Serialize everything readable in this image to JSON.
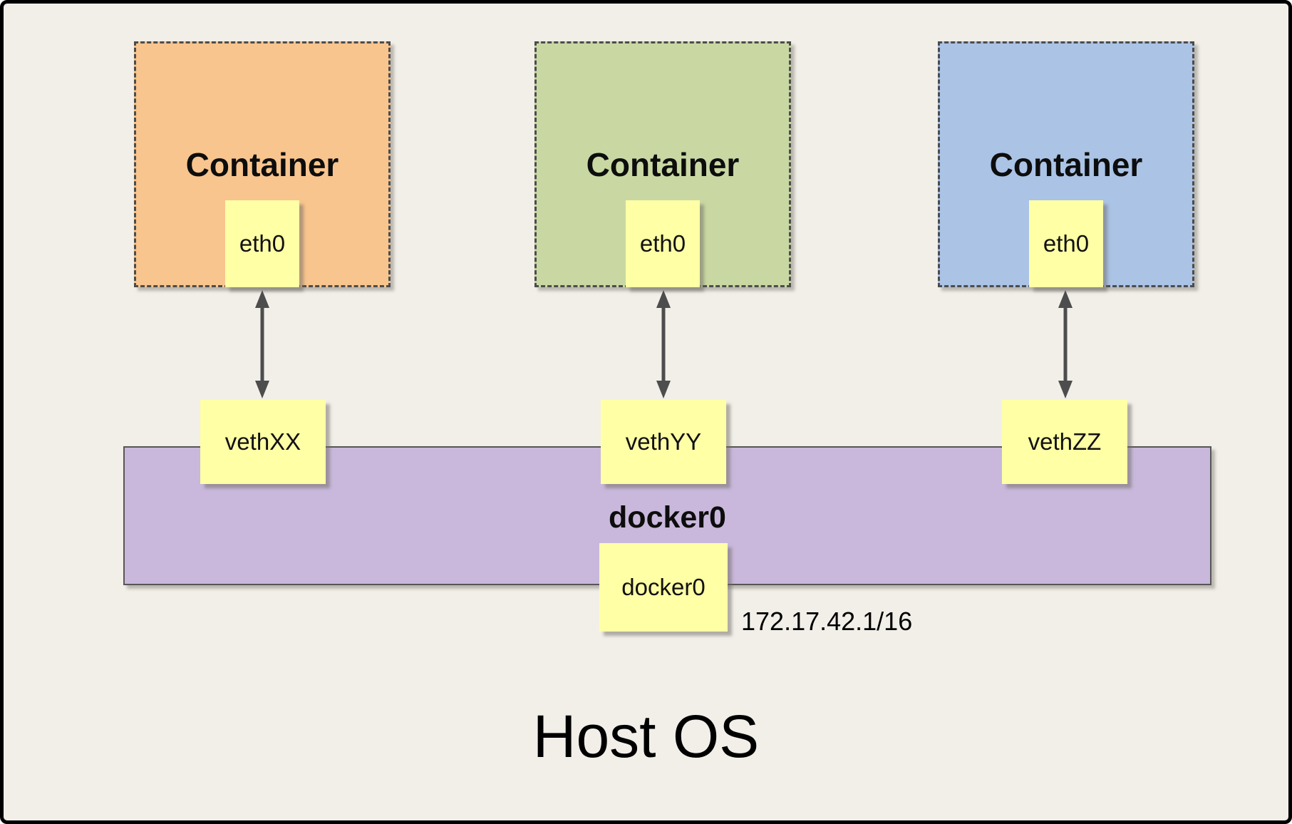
{
  "page": {
    "background": "#f2efe9",
    "border_color": "#000000"
  },
  "containers": [
    {
      "title": "Container",
      "eth": "eth0",
      "veth": "vethXX",
      "fill": "#f8c58e"
    },
    {
      "title": "Container",
      "eth": "eth0",
      "veth": "vethYY",
      "fill": "#c9d8a3"
    },
    {
      "title": "Container",
      "eth": "eth0",
      "veth": "vethZZ",
      "fill": "#abc3e5"
    }
  ],
  "bridge": {
    "title": "docker0",
    "chip": "docker0",
    "ip": "172.17.42.1/16",
    "fill": "#c9b8dc"
  },
  "host": {
    "title": "Host OS"
  },
  "colors": {
    "chip_fill": "#ffffa6",
    "arrow": "#4d4d4d"
  }
}
